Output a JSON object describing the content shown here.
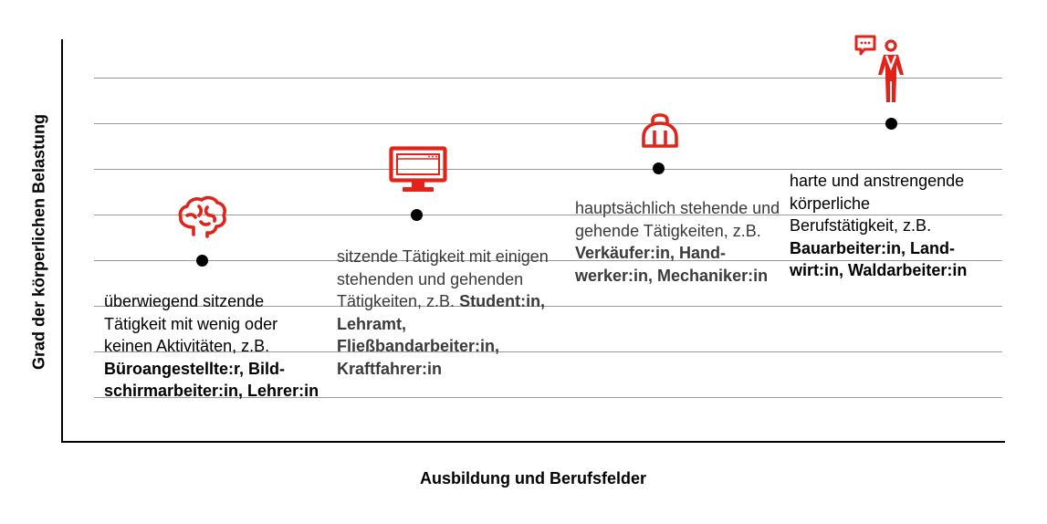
{
  "axes": {
    "y_title": "Grad der körperlichen Belastung",
    "x_title": "Ausbildung und Berufsfelder"
  },
  "colors": {
    "accent": "#e2231a",
    "dot": "#000000",
    "grid": "#9a9a9a"
  },
  "levels": [
    {
      "icon": "brain-icon",
      "level": 1,
      "text": "überwiegend sitzende Tätigkeit mit wenig oder keinen Aktivitäten, z.B.",
      "examples": "Büroangestellte:r, Bild-schirmarbeiter:in, Lehrer:in"
    },
    {
      "icon": "monitor-icon",
      "level": 2,
      "text": "sitzende Tätigkeit mit einigen stehenden und gehenden Tätigkeiten, z.B.",
      "examples": "Student:in, Lehramt, Fließbandarbeiter:in, Kraftfahrer:in"
    },
    {
      "icon": "bag-icon",
      "level": 3,
      "text": "hauptsächlich stehende und gehende Tätigkeiten, z.B.",
      "examples": "Verkäufer:in, Hand-werker:in, Mechaniker:in"
    },
    {
      "icon": "worker-icon",
      "level": 4,
      "text": "harte und anstrengende körperliche Berufstätigkeit, z.B.",
      "examples": "Bauarbeiter:in, Land- wirt:in, Waldarbeiter:in"
    }
  ]
}
